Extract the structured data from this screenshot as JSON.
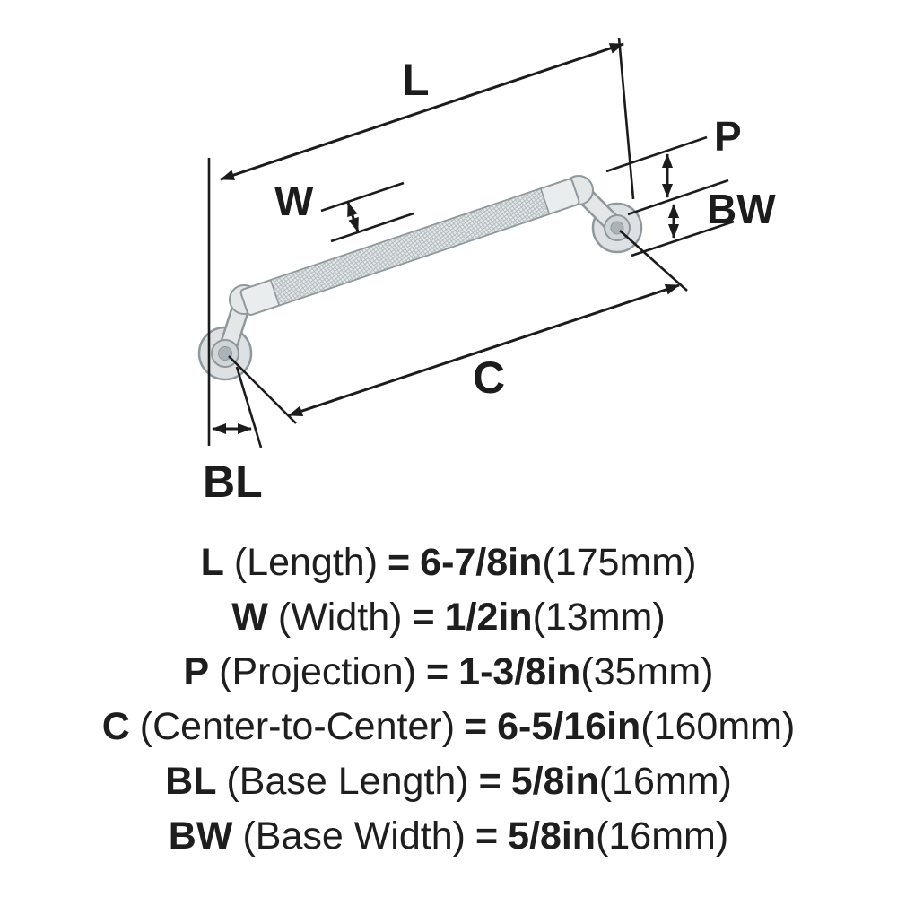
{
  "diagram": {
    "labels": {
      "L": "L",
      "W": "W",
      "P": "P",
      "BW": "BW",
      "C": "C",
      "BL": "BL"
    }
  },
  "specs": {
    "rows": [
      {
        "code": "L",
        "label": "(Length)",
        "eq": "=",
        "imperial": "6-7/8in",
        "metric": "(175mm)"
      },
      {
        "code": "W",
        "label": "(Width)",
        "eq": "=",
        "imperial": "1/2in",
        "metric": "(13mm)"
      },
      {
        "code": "P",
        "label": "(Projection)",
        "eq": "=",
        "imperial": "1-3/8in",
        "metric": "(35mm)"
      },
      {
        "code": "C",
        "label": "(Center-to-Center)",
        "eq": "=",
        "imperial": "6-5/16in",
        "metric": "(160mm)"
      },
      {
        "code": "BL",
        "label": "(Base Length)",
        "eq": "=",
        "imperial": "5/8in",
        "metric": "(16mm)"
      },
      {
        "code": "BW",
        "label": "(Base Width)",
        "eq": "=",
        "imperial": "5/8in",
        "metric": "(16mm)"
      }
    ]
  },
  "colors": {
    "ink": "#1c1c1c",
    "metal_light": "#eaedee",
    "metal_mid": "#cfd5d8",
    "metal_dark": "#8f989d",
    "background": "#ffffff"
  }
}
